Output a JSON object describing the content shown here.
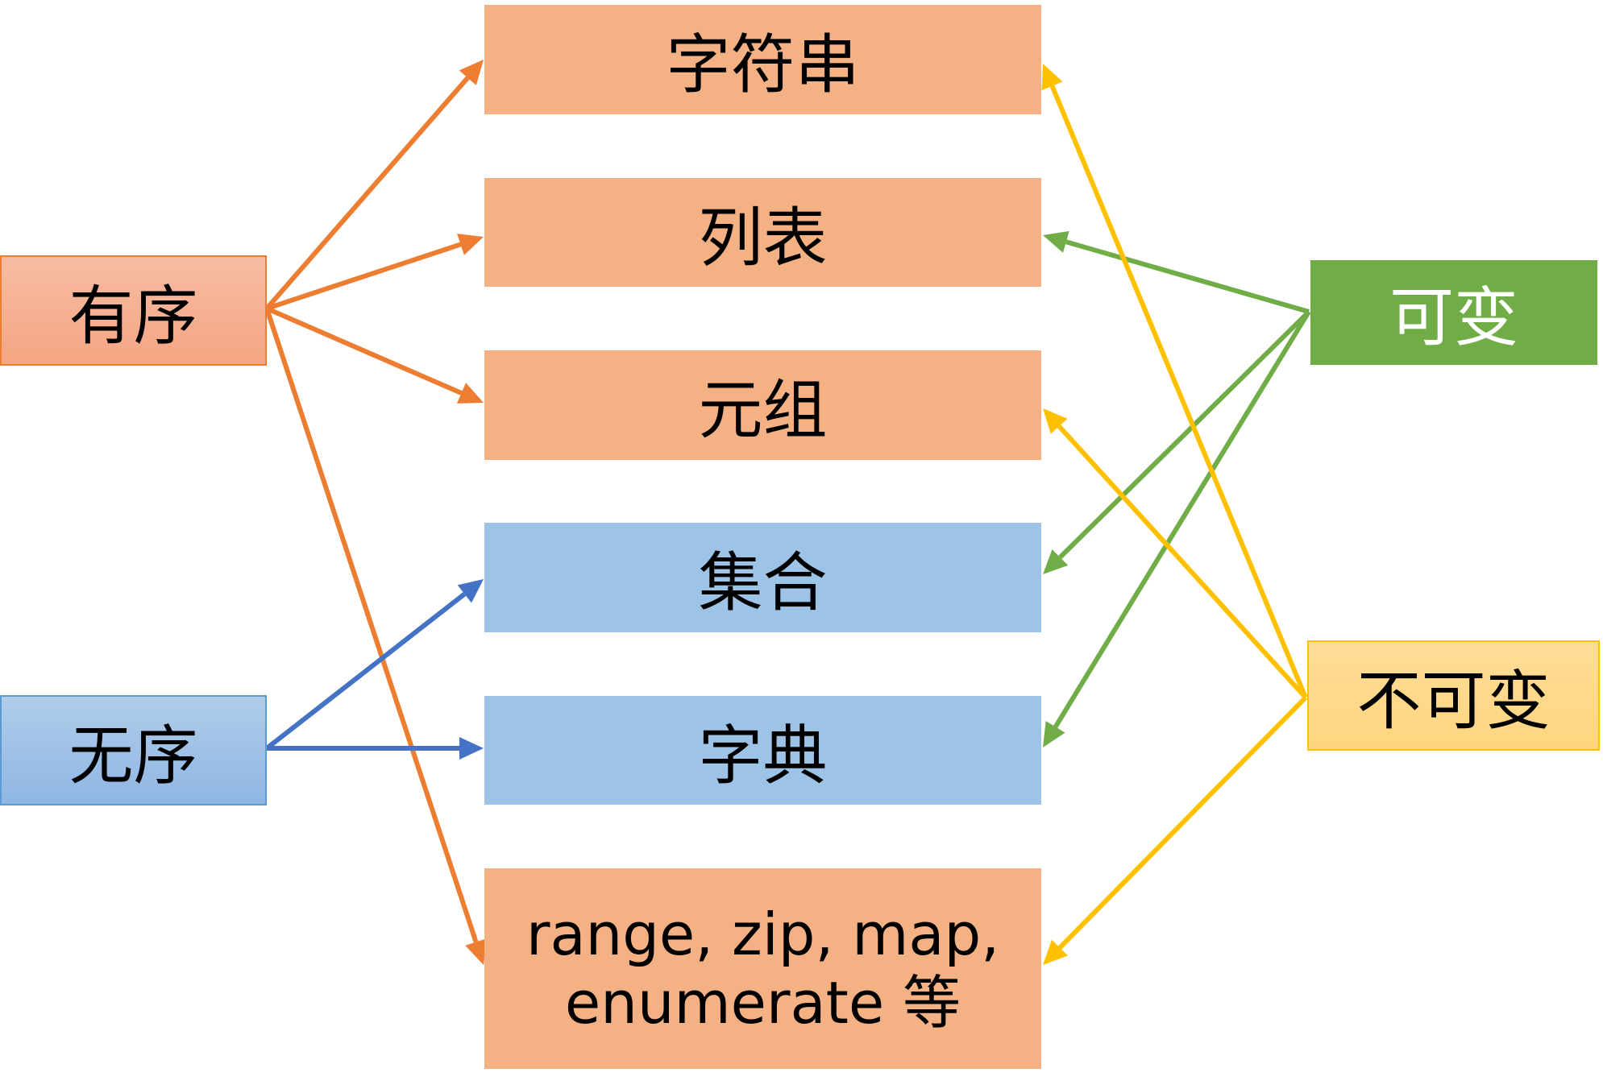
{
  "diagram": {
    "categories": {
      "ordered": "有序",
      "unordered": "无序",
      "mutable": "可变",
      "immutable": "不可变"
    },
    "types": {
      "string": "字符串",
      "list": "列表",
      "tuple": "元组",
      "set": "集合",
      "dict": "字典",
      "range_line1": "range, zip, map,",
      "range_line2": "enumerate 等"
    },
    "colors": {
      "ordered_arrow": "#ED7D31",
      "unordered_arrow": "#4472C4",
      "mutable_arrow": "#70AD47",
      "immutable_arrow": "#FFC000",
      "ordered_box": "#F4B183",
      "unordered_box": "#9DC3E6",
      "mutable_box": "#70AD47",
      "immutable_box": "#FFD97F"
    },
    "edges": [
      {
        "from": "ordered",
        "to": "string",
        "color": "ordered_arrow"
      },
      {
        "from": "ordered",
        "to": "list",
        "color": "ordered_arrow"
      },
      {
        "from": "ordered",
        "to": "tuple",
        "color": "ordered_arrow"
      },
      {
        "from": "ordered",
        "to": "range",
        "color": "ordered_arrow"
      },
      {
        "from": "unordered",
        "to": "set",
        "color": "unordered_arrow"
      },
      {
        "from": "unordered",
        "to": "dict",
        "color": "unordered_arrow"
      },
      {
        "from": "mutable",
        "to": "list",
        "color": "mutable_arrow"
      },
      {
        "from": "mutable",
        "to": "set",
        "color": "mutable_arrow"
      },
      {
        "from": "mutable",
        "to": "dict",
        "color": "mutable_arrow"
      },
      {
        "from": "immutable",
        "to": "string",
        "color": "immutable_arrow"
      },
      {
        "from": "immutable",
        "to": "tuple",
        "color": "immutable_arrow"
      },
      {
        "from": "immutable",
        "to": "range",
        "color": "immutable_arrow"
      }
    ]
  }
}
